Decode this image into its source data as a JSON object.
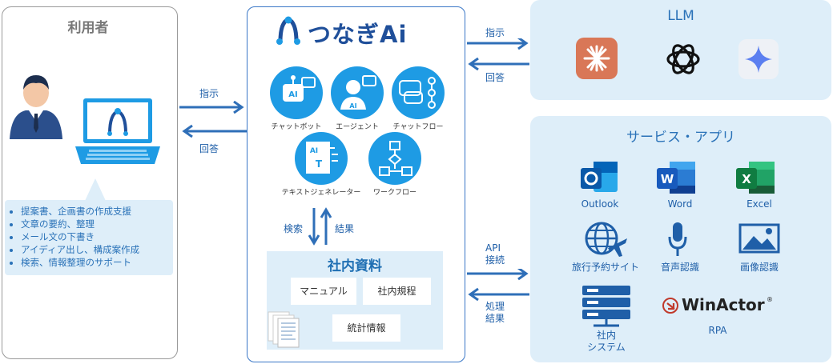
{
  "user_panel": {
    "title": "利用者",
    "bullets": [
      "提案書、企画書の作成支援",
      "文章の要約、整理",
      "メール文の下書き",
      "アイディア出し、構成案作成",
      "検索、情報整理のサポート"
    ]
  },
  "arrows_left": {
    "instruct": "指示",
    "answer": "回答"
  },
  "center": {
    "brand": "つなぎAi",
    "features": [
      "チャットボット",
      "エージェント",
      "チャットフロー",
      "テキストジェネレーター",
      "ワークフロー"
    ],
    "search": "検索",
    "result": "結果",
    "docs_title": "社内資料",
    "docs": [
      "マニュアル",
      "社内規程",
      "統計情報"
    ]
  },
  "arrows_right_top": {
    "instruct": "指示",
    "answer": "回答"
  },
  "arrows_right_bottom": {
    "api1": "API",
    "api2": "接続",
    "proc1": "処理",
    "proc2": "結果"
  },
  "llm": {
    "title": "LLM"
  },
  "services": {
    "title": "サービス・アプリ",
    "items": [
      "Outlook",
      "Word",
      "Excel",
      "旅行予約サイト",
      "音声認識",
      "画像認識",
      "社内",
      "システム",
      "RPA"
    ],
    "winactor": "WinActor",
    "reg": "®"
  },
  "colors": {
    "primary": "#1e9be4",
    "panel": "#deeef9",
    "arrow": "#2f6fb8",
    "brand": "#1f4f9a"
  }
}
